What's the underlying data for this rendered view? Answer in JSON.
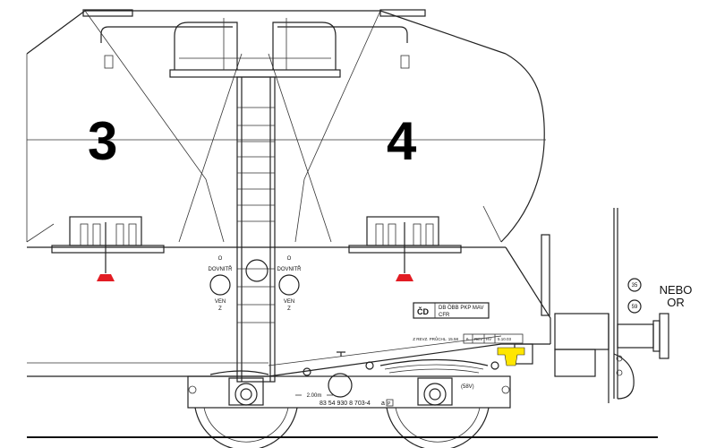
{
  "compartments": {
    "left_number": "3",
    "right_number": "4"
  },
  "valves": {
    "left": {
      "top_a": "O",
      "top_b": "DOVNITŘ",
      "bottom_a": "VEN",
      "bottom_b": "Z"
    },
    "right": {
      "top_a": "O",
      "top_b": "DOVNITŘ",
      "bottom_a": "VEN",
      "bottom_b": "Z"
    }
  },
  "operator_plate": {
    "logo": "ČD",
    "line1": "DB ÖBB PKP MAV",
    "line2": "CFR"
  },
  "frame_labels": {
    "maintenance": "Z REVZ. PRŮCHL. 15.58",
    "rev_cells": [
      "6",
      "REV",
      "RV",
      "5.10.03"
    ],
    "distance": "2.00m",
    "wagon_number": "83 54 930 8 703-4",
    "wagon_suffix": "a",
    "wagon_box": "P",
    "leaf_spring_note": "(58V)"
  },
  "buffer_signs": {
    "speed_top": "35",
    "speed_bottom": "59"
  },
  "note": {
    "line1": "NEBO",
    "line2": "OR"
  },
  "colors": {
    "line": "#222222",
    "red_marker": "#e21c23",
    "yellow_coupler": "#ffe600"
  }
}
